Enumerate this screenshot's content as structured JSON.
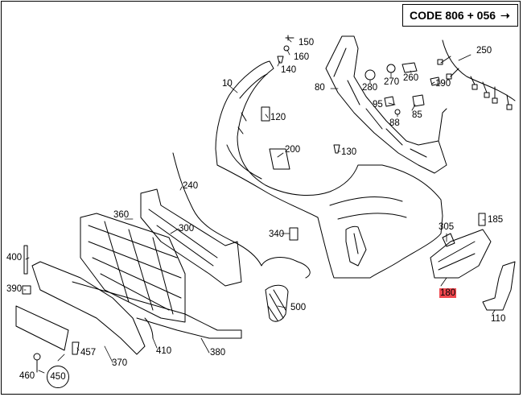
{
  "header": {
    "code_text": "CODE 806 + 056",
    "arrow_icon": "arrow-right-icon"
  },
  "parts": [
    {
      "id": "p150",
      "label": "150"
    },
    {
      "id": "p160",
      "label": "160"
    },
    {
      "id": "p140",
      "label": "140"
    },
    {
      "id": "p10",
      "label": "10"
    },
    {
      "id": "p120",
      "label": "120"
    },
    {
      "id": "p200",
      "label": "200"
    },
    {
      "id": "p130",
      "label": "130"
    },
    {
      "id": "p240",
      "label": "240"
    },
    {
      "id": "p360",
      "label": "360"
    },
    {
      "id": "p300",
      "label": "300"
    },
    {
      "id": "p340",
      "label": "340"
    },
    {
      "id": "p400",
      "label": "400"
    },
    {
      "id": "p390",
      "label": "390"
    },
    {
      "id": "p500",
      "label": "500"
    },
    {
      "id": "p457",
      "label": "457"
    },
    {
      "id": "p410",
      "label": "410"
    },
    {
      "id": "p370",
      "label": "370"
    },
    {
      "id": "p380",
      "label": "380"
    },
    {
      "id": "p460",
      "label": "460"
    },
    {
      "id": "p450",
      "label": "450"
    },
    {
      "id": "p250",
      "label": "250"
    },
    {
      "id": "p80",
      "label": "80"
    },
    {
      "id": "p280",
      "label": "280"
    },
    {
      "id": "p270",
      "label": "270"
    },
    {
      "id": "p260",
      "label": "260"
    },
    {
      "id": "p190",
      "label": "190"
    },
    {
      "id": "p95",
      "label": "95"
    },
    {
      "id": "p88",
      "label": "88"
    },
    {
      "id": "p85",
      "label": "85"
    },
    {
      "id": "p305",
      "label": "305"
    },
    {
      "id": "p185",
      "label": "185"
    },
    {
      "id": "p180",
      "label": "180"
    },
    {
      "id": "p110",
      "label": "110"
    }
  ],
  "highlight_color": "#f0484f"
}
